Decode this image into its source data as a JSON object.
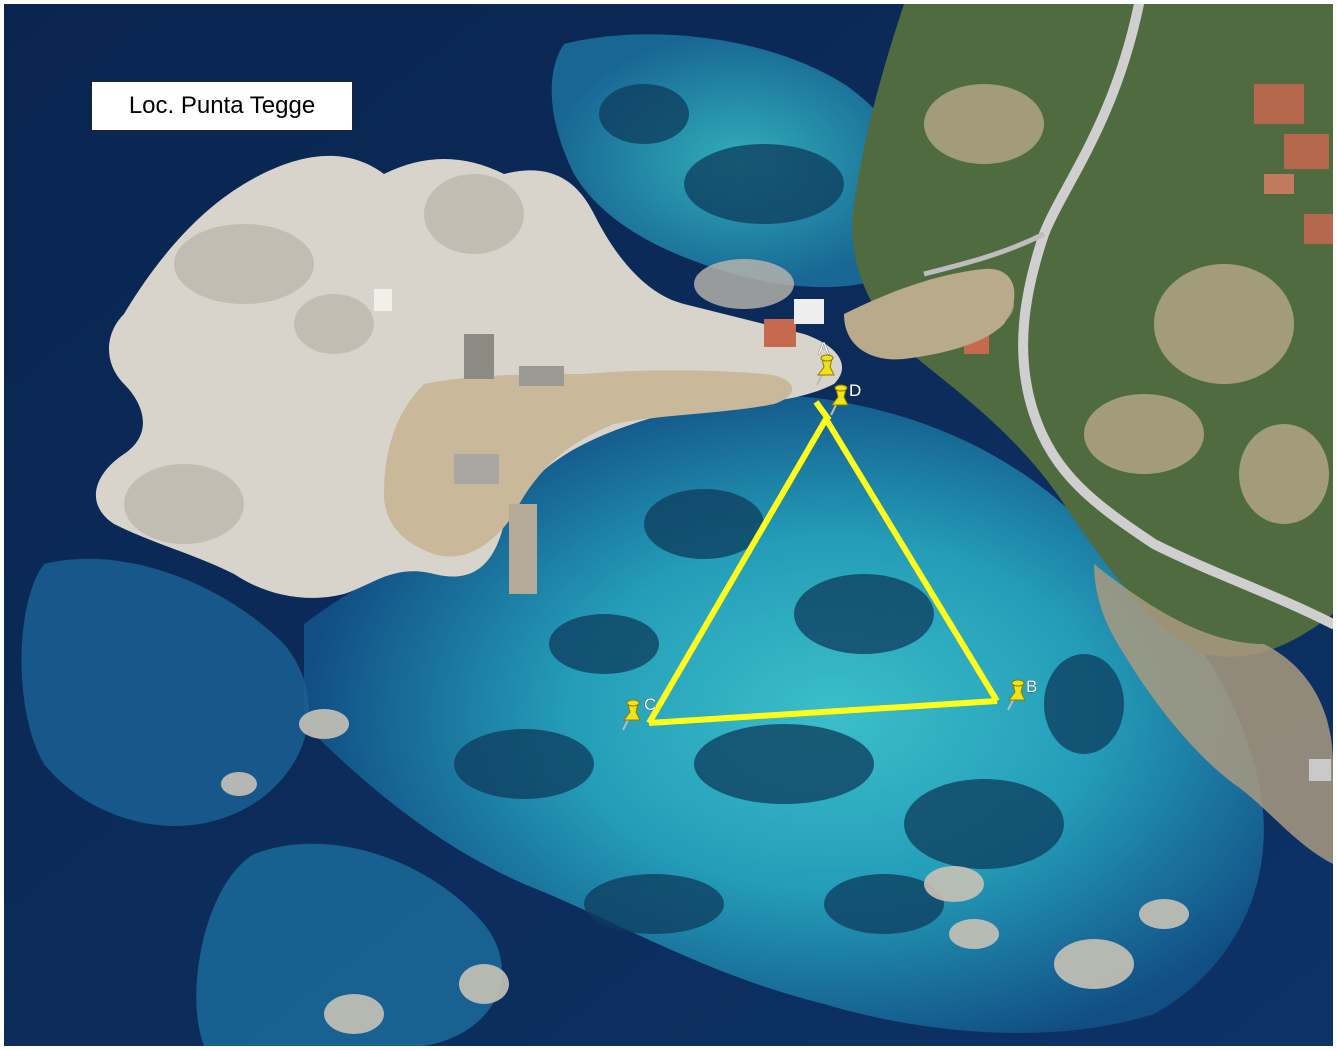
{
  "map": {
    "location_label": "Loc. Punta Tegge",
    "markers": [
      {
        "id": "A",
        "label": "A"
      },
      {
        "id": "D",
        "label": "D"
      },
      {
        "id": "B",
        "label": "B"
      },
      {
        "id": "C",
        "label": "C"
      }
    ],
    "route": {
      "shape": "triangle",
      "color": "#ffff1a",
      "vertices": [
        "D",
        "B",
        "C"
      ]
    },
    "colors": {
      "deep_sea": "#0b2a55",
      "shallow_water": "#2fb7c9",
      "rock": "#d9d6d0",
      "vegetation": "#3e5a35",
      "road": "#c9c9c9",
      "pin": "#f2e21a"
    }
  }
}
